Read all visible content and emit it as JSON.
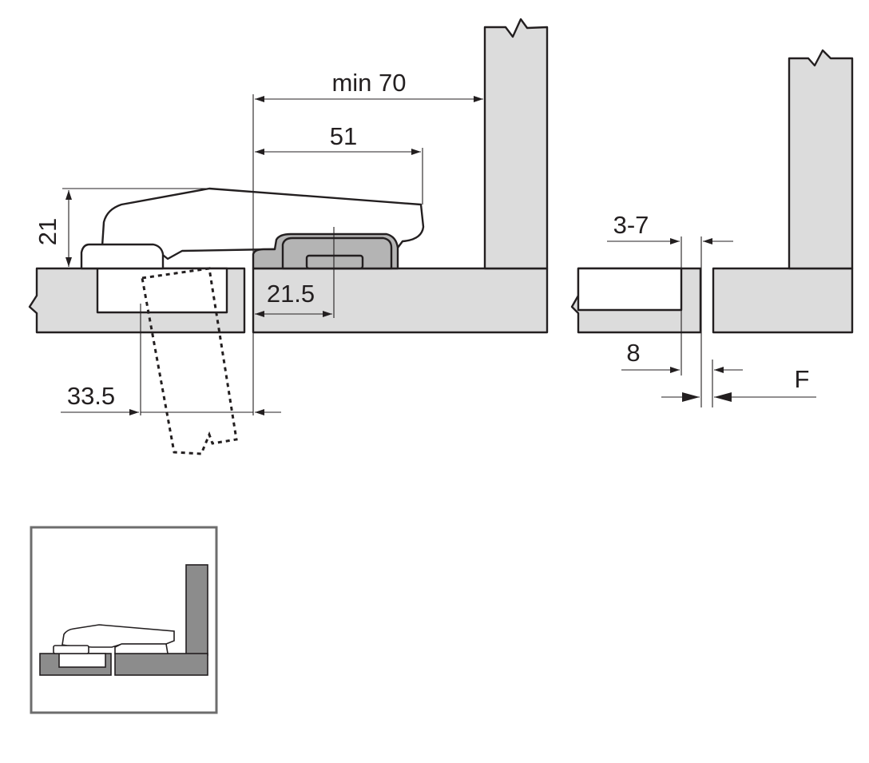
{
  "diagram": {
    "dimensions": {
      "min70": "min 70",
      "d51": "51",
      "d21": "21",
      "d21_5": "21.5",
      "d33_5": "33.5",
      "d3_7": "3-7",
      "d8": "8",
      "F": "F"
    },
    "colors": {
      "line": "#231f20",
      "panel": "#dcdcdc",
      "hinge_dark": "#b4b4b4",
      "inset_panel": "#8c8c8c",
      "inset_frame": "#6d6d6d"
    }
  }
}
